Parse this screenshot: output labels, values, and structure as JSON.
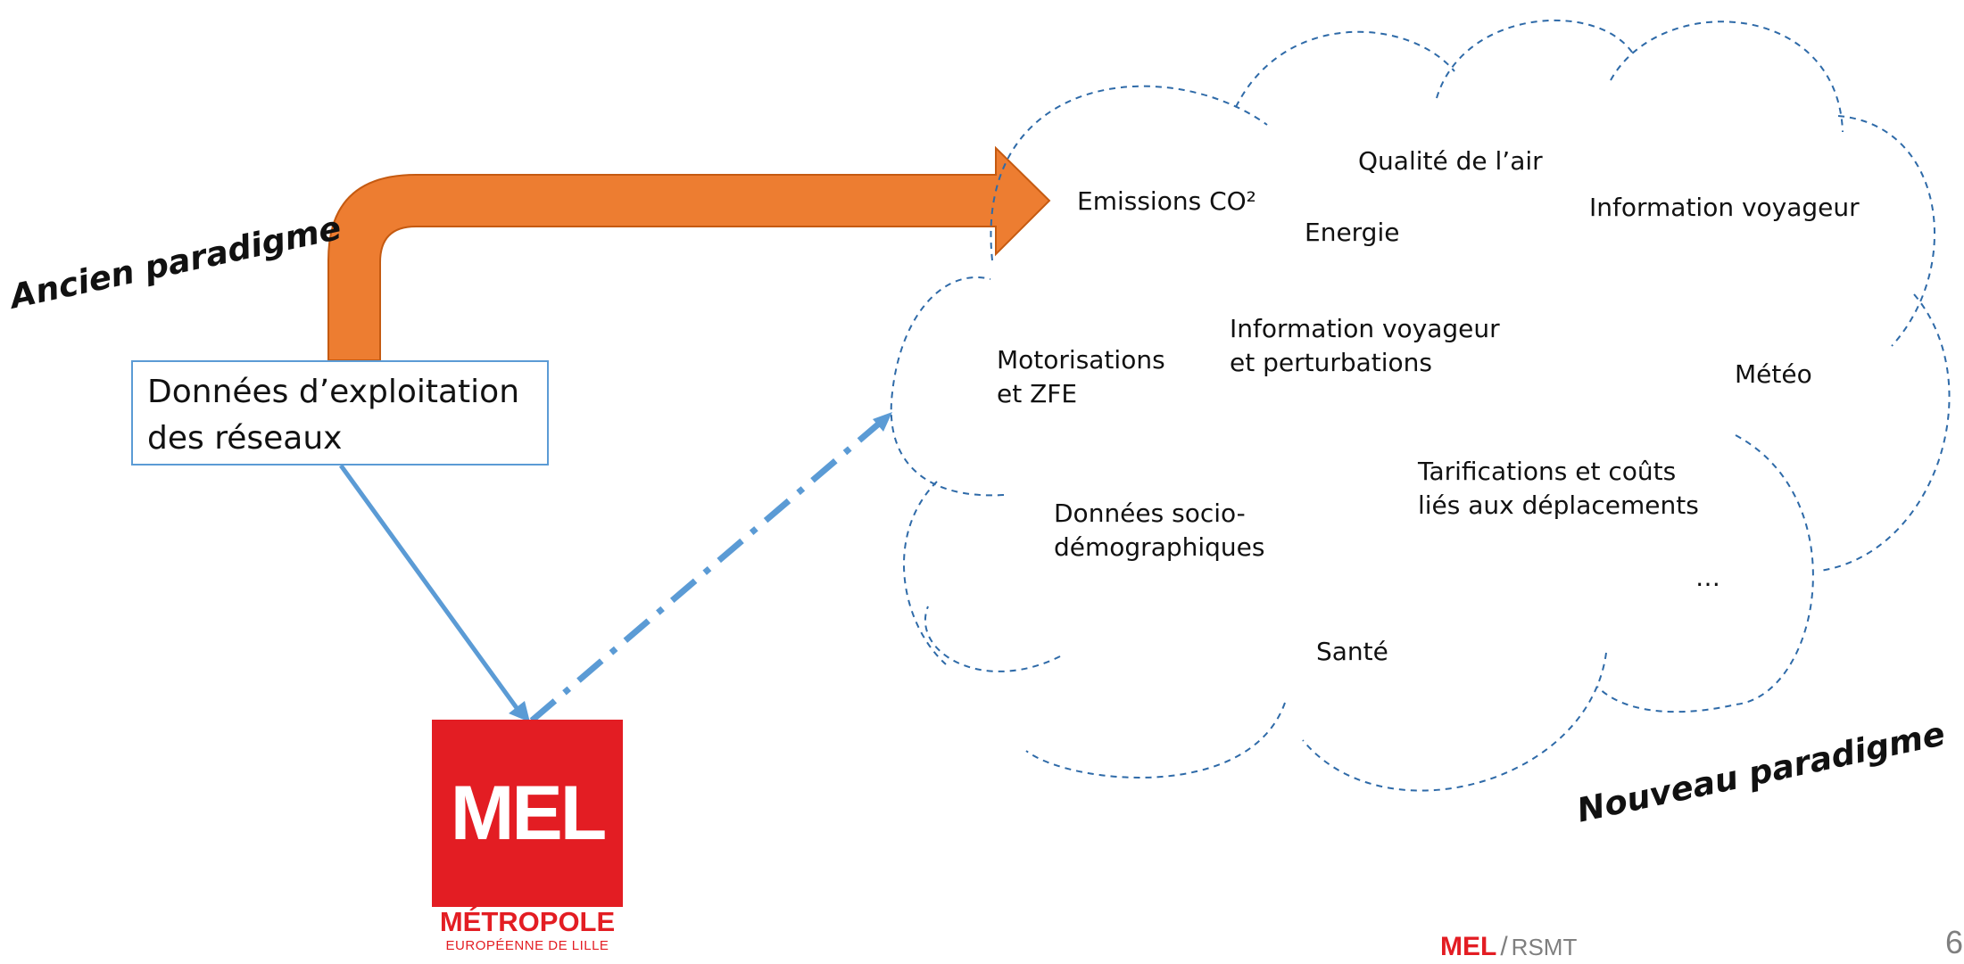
{
  "diagram": {
    "old_paradigm_label": "Ancien paradigme",
    "new_paradigm_label": "Nouveau paradigme",
    "source_box_text": "Données d’exploitation\ndes réseaux",
    "cloud_items": [
      "Emissions CO²",
      "Qualité de l’air",
      "Energie",
      "Information voyageur",
      "Motorisations\net ZFE",
      "Information voyageur\net perturbations",
      "Météo",
      "Données socio-\ndémographiques",
      "Tarifications et coûts\nliés aux déplacements",
      "…",
      "Santé"
    ],
    "colors": {
      "orange_arrow": "#ed7d31",
      "blue_arrow": "#5b9bd5",
      "cloud_outline": "#2e6aa8",
      "mel_red": "#e31d23"
    }
  },
  "logo": {
    "word": "MEL",
    "name": "MÉTROPOLE",
    "subtitle": "EUROPÉENNE DE LILLE"
  },
  "footer": {
    "brand": "MEL",
    "separator": "/",
    "org": "RSMT",
    "page_number": "6"
  }
}
